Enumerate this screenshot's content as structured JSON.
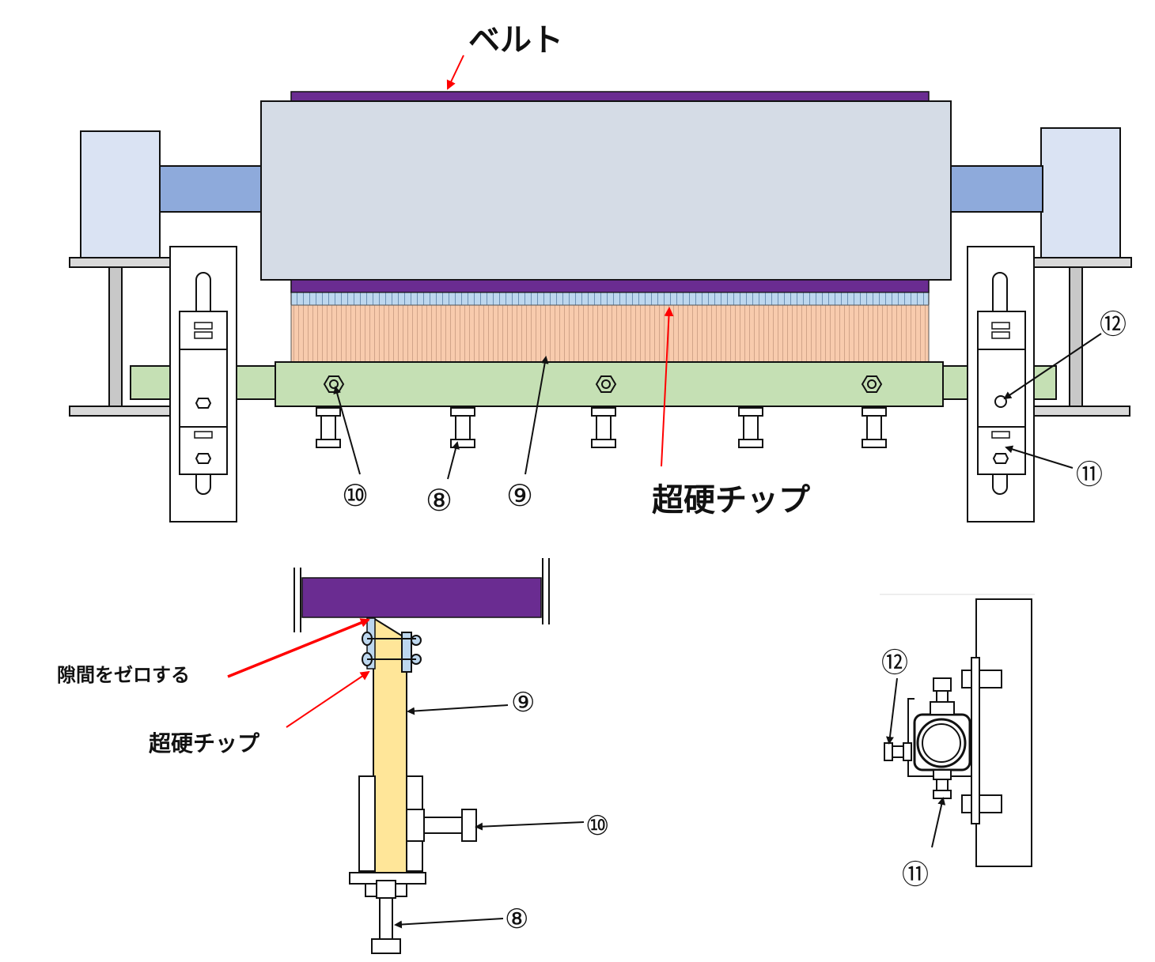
{
  "labels": {
    "belt": "ベルト",
    "carbide_tip_main": "超硬チップ",
    "carbide_tip_side": "超硬チップ",
    "zero_gap": "隙間をゼロする"
  },
  "markers": {
    "front_8": "⑧",
    "front_9": "⑨",
    "front_10": "⑩",
    "front_11": "⑪",
    "front_12": "⑫",
    "side_9": "⑨",
    "side_10": "⑩",
    "side_8": "⑧",
    "detail_12": "⑫",
    "detail_11": "⑪"
  },
  "colors": {
    "belt": "#6a2c91",
    "drum": "#d5dce6",
    "shaft": "#8eaadb",
    "bearing": "#dae3f3",
    "bar": "#c5e0b4",
    "bristles": "#f8cbad",
    "tips": "#bdd7ee",
    "blade": "#ffe699",
    "arrow_red": "#ff0000",
    "line": "#111111"
  }
}
